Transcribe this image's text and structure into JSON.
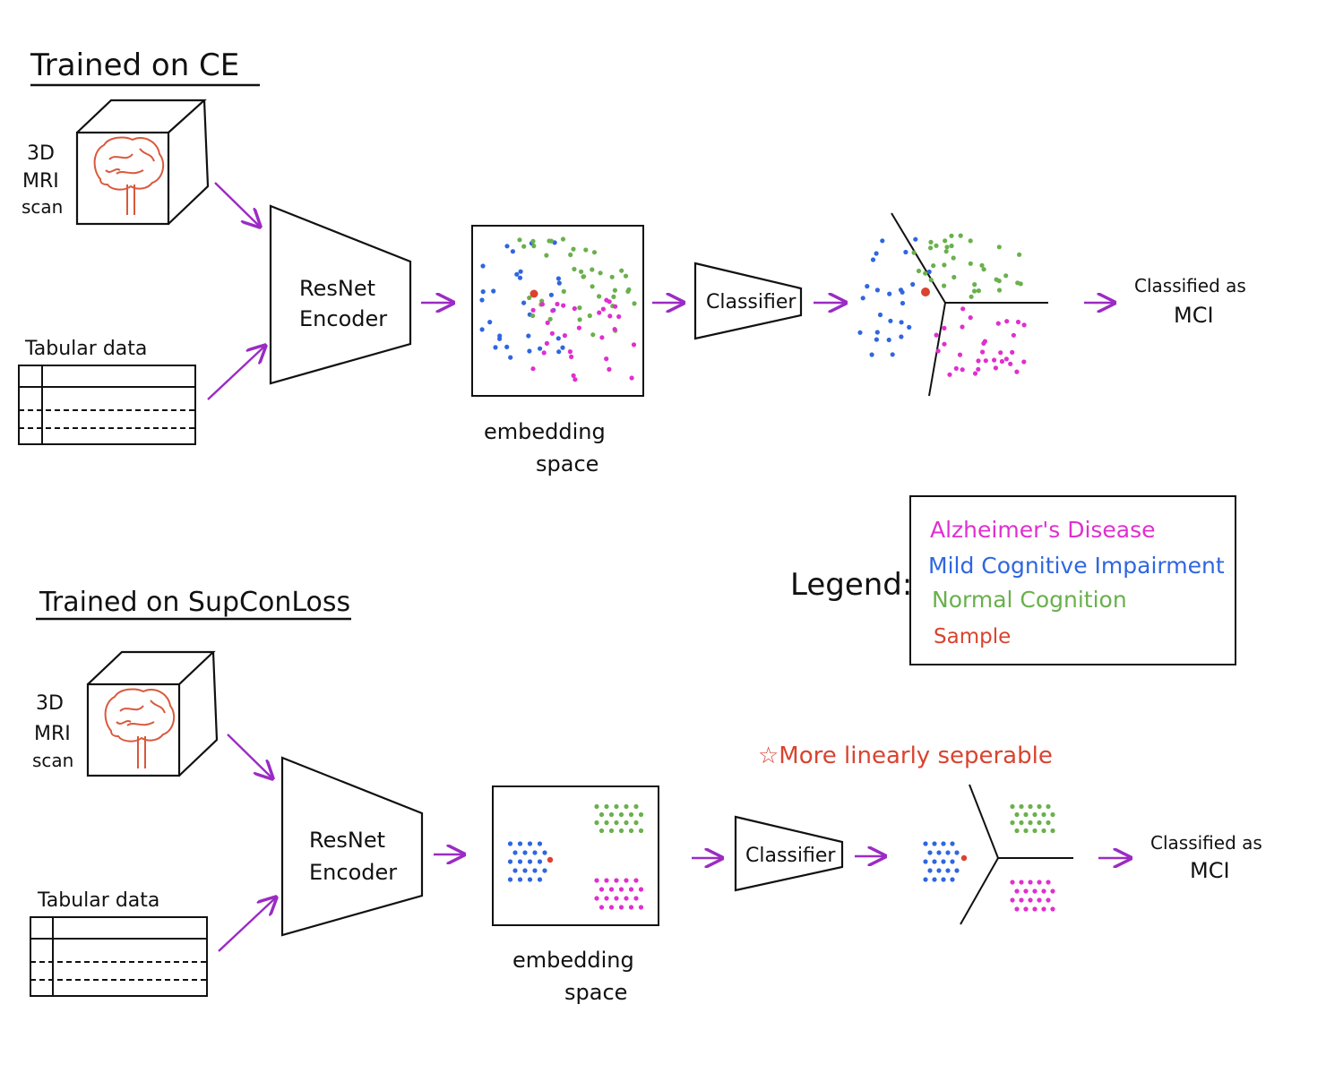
{
  "colors": {
    "ink": "#111111",
    "arrow": "#9b2bc4",
    "alzheimers": "#e02fcf",
    "mci": "#2f66e0",
    "normal": "#6ab04c",
    "sample": "#d9432f",
    "brain": "#d9593c"
  },
  "top": {
    "title": "Trained on CE",
    "mri_label": [
      "3D",
      "MRI",
      "scan"
    ],
    "tabular_label": "Tabular data",
    "encoder_label": [
      "ResNet",
      "Encoder"
    ],
    "embedding_label": [
      "embedding",
      "space"
    ],
    "classifier_label": "Classifier",
    "result_label": [
      "Classified as",
      "MCI"
    ]
  },
  "bottom": {
    "title": "Trained on SupConLoss",
    "mri_label": [
      "3D",
      "MRI",
      "scan"
    ],
    "tabular_label": "Tabular data",
    "encoder_label": [
      "ResNet",
      "Encoder"
    ],
    "embedding_label": [
      "embedding",
      "space"
    ],
    "classifier_label": "Classifier",
    "result_label": [
      "Classified as",
      "MCI"
    ],
    "note": "☆More linearly seperable"
  },
  "legend": {
    "title": "Legend:",
    "items": [
      {
        "label": "Alzheimer's Disease",
        "color": "#e02fcf"
      },
      {
        "label": "Mild Cognitive Impairment",
        "color": "#2f66e0"
      },
      {
        "label": "Normal Cognition",
        "color": "#6ab04c"
      },
      {
        "label": "Sample",
        "color": "#d9432f"
      }
    ]
  }
}
